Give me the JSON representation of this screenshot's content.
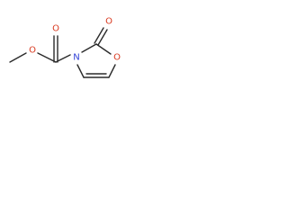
{
  "molecule": {
    "atoms": [
      {
        "id": "o_carbonyl_ring",
        "label": "O",
        "color": "#d9381e"
      },
      {
        "id": "n_ring",
        "label": "N",
        "color": "#2f3fd6"
      },
      {
        "id": "o_ring",
        "label": "O",
        "color": "#d9381e"
      },
      {
        "id": "o_carbonyl_ester",
        "label": "O",
        "color": "#d9381e"
      },
      {
        "id": "o_ester",
        "label": "O",
        "color": "#d9381e"
      }
    ],
    "bond_color": "#2a2a2a"
  }
}
